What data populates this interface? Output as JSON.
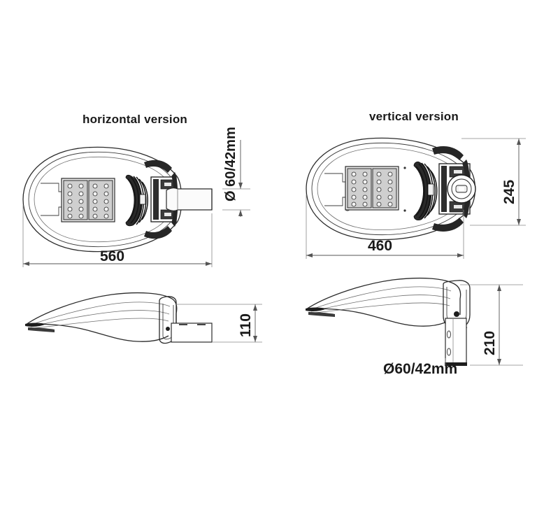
{
  "drawing": {
    "background": "#ffffff",
    "line_color": "#2b2b2b",
    "text_color": "#1a1a1a",
    "product": "LED street light luminaire dimension drawing",
    "units": "mm"
  },
  "titles": {
    "left": "horizontal version",
    "right": "vertical version"
  },
  "dimensions": {
    "horizontal_top_width": "560",
    "horizontal_pole_diameter": "Ø 60/42mm",
    "horizontal_side_height": "110",
    "vertical_top_width": "460",
    "vertical_top_height": "245",
    "vertical_side_height": "210",
    "vertical_pole_diameter": "Ø60/42mm"
  },
  "views": {
    "horizontal_top": {
      "name": "horizontal version top view",
      "led_modules": 2,
      "led_columns_per_module": 2,
      "led_rows_per_module": 5
    },
    "horizontal_side": {
      "name": "horizontal version side view"
    },
    "vertical_top": {
      "name": "vertical version top view",
      "led_modules": 2,
      "led_columns_per_module": 2,
      "led_rows_per_module": 5
    },
    "vertical_side": {
      "name": "vertical version side view"
    }
  }
}
